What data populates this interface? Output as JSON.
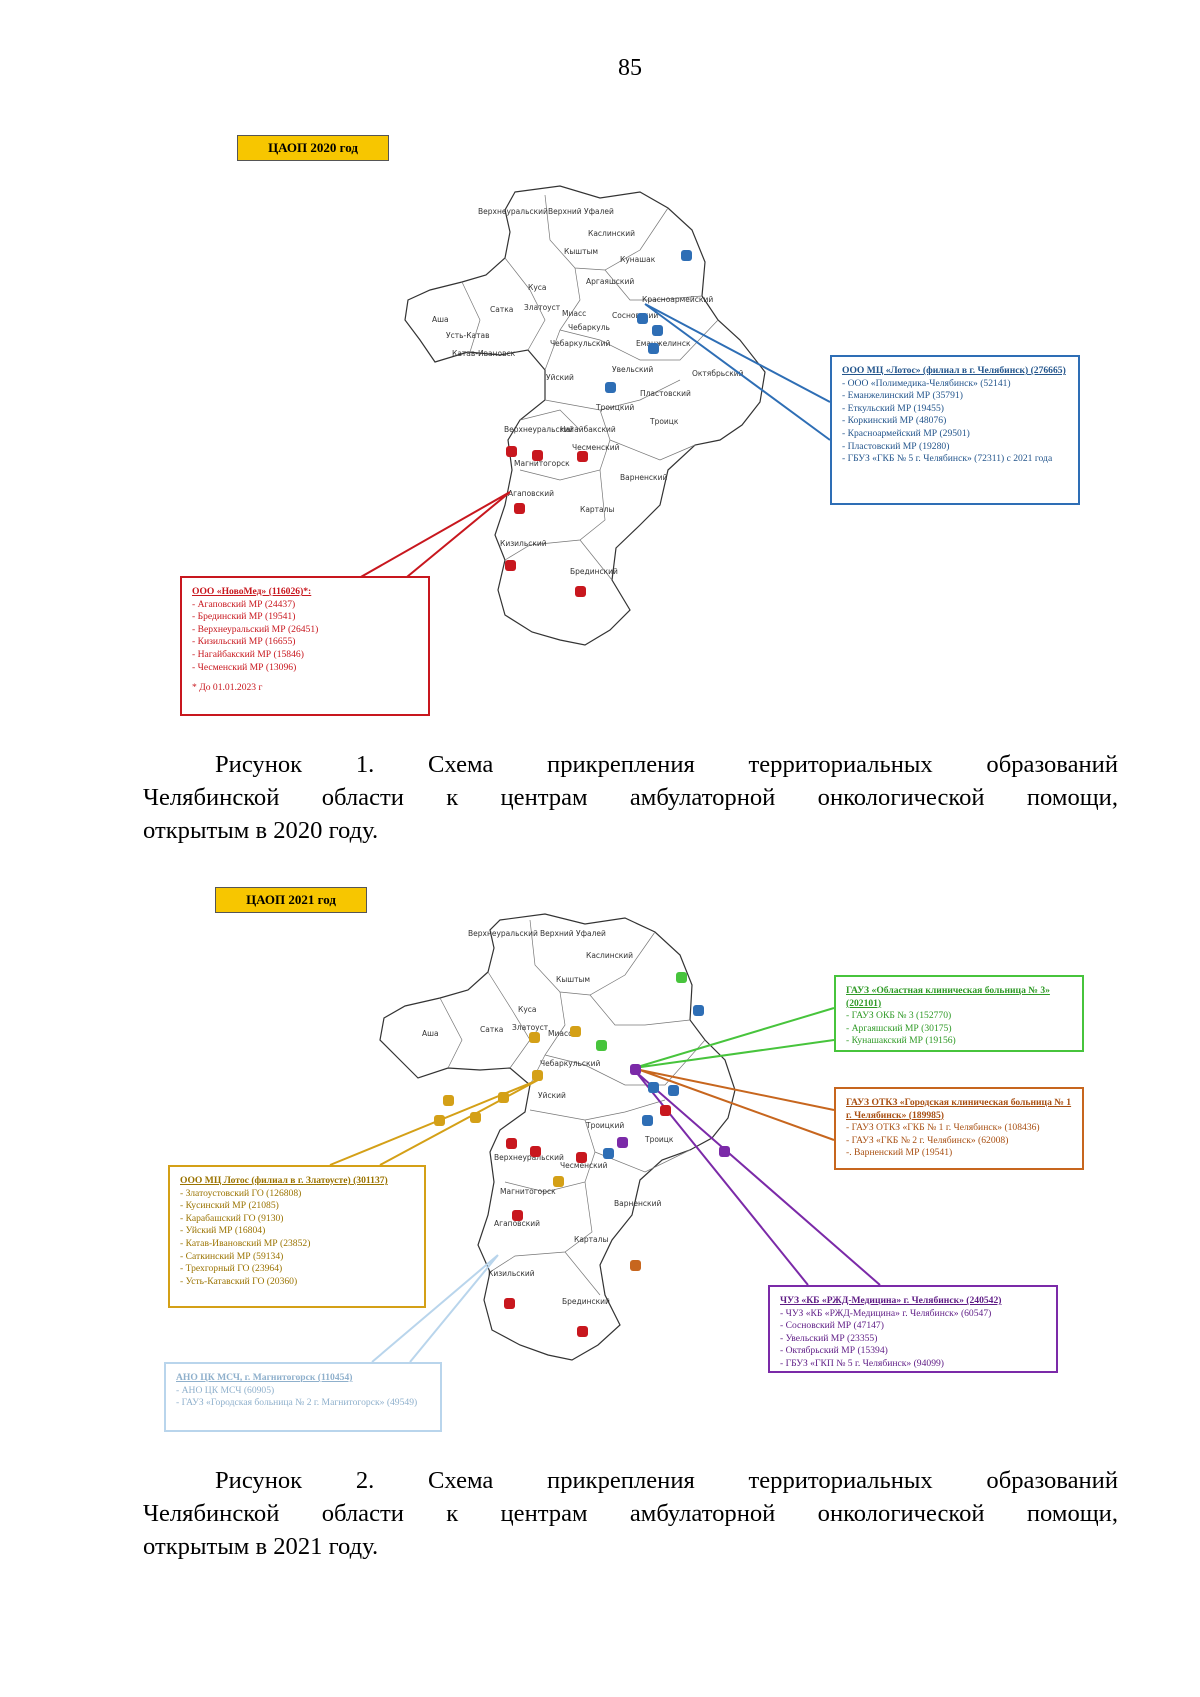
{
  "page_number": "85",
  "figure1": {
    "tag": "ЦАОП 2020 год",
    "district_labels": [
      "Верхнеуральский",
      "Верхний Уфалей",
      "Каслинский",
      "Кыштым",
      "Аргаяшский",
      "Кунашак",
      "Красноармейский",
      "Куса",
      "Сатка",
      "Златоуст",
      "Миасс",
      "Сосновский",
      "Чебаркуль",
      "Чебаркульский",
      "Еманжелинск",
      "Ашa",
      "Усть-Катав",
      "Катав-Ивановск",
      "Уйский",
      "Увельский",
      "Октябрьский",
      "Троицкий",
      "Троицк",
      "Пластовский",
      "Верхнеуральский",
      "Агаповский",
      "Магнитогорск",
      "Чесменский",
      "Варненский",
      "Карталы",
      "Кизильский",
      "Брединский",
      "Нагайбакский"
    ],
    "blue_box": {
      "title": "ООО МЦ «Лотос» (филиал в г. Челябинск) (276665)",
      "items": [
        "- ООО «Полимедика-Челябинск» (52141)",
        "- Еманжелинский МР (35791)",
        "- Еткульский МР (19455)",
        "- Коркинский МР (48076)",
        "- Красноармейский МР (29501)",
        "- Пластовский МР (19280)",
        "- ГБУЗ «ГКБ № 5 г. Челябинск» (72311) с 2021 года"
      ]
    },
    "red_box": {
      "title": "ООО «НовоМед» (116026)*:",
      "items": [
        "- Агаповский МР (24437)",
        "- Брединский МР (19541)",
        "- Верхнеуральский МР (26451)",
        "- Кизильский МР (16655)",
        "- Нагайбакский МР (15846)",
        "- Чесменский МР (13096)"
      ],
      "note": "* До 01.01.2023 г"
    },
    "caption": {
      "line1": "Рисунок 1. Схема прикрепления территориальных образований",
      "line2": "Челябинской области к центрам амбулаторной онкологической помощи,",
      "line3": "открытым в 2020 году."
    }
  },
  "figure2": {
    "tag": "ЦАОП 2021 год",
    "district_labels": [
      "Верхнеуральский",
      "Верхний Уфалей",
      "Каслинский",
      "Кыштым",
      "Куса",
      "Ашa",
      "Сатка",
      "Златоуст",
      "Миасс",
      "Чебаркульский",
      "Уйский",
      "Троицкий",
      "Троицк",
      "Магнитогорск",
      "Верхнеуральский",
      "Агаповский",
      "Варненский",
      "Карталы",
      "Кизильский",
      "Брединский",
      "Чесменский"
    ],
    "green_box": {
      "title": "ГАУЗ «Областная клиническая больница № 3» (202101)",
      "items": [
        "- ГАУЗ ОКБ № 3 (152770)",
        "- Аргаяшский МР (30175)",
        "- Кунашакский МР (19156)"
      ]
    },
    "orange_box": {
      "title": "ГАУЗ ОТКЗ «Городская клиническая больница № 1 г. Челябинск» (189985)",
      "items": [
        "- ГАУЗ ОТКЗ «ГКБ № 1 г. Челябинск» (108436)",
        "- ГАУЗ «ГКБ № 2 г. Челябинск» (62008)",
        "-. Варненский МР (19541)"
      ]
    },
    "purple_box": {
      "title": "ЧУЗ «КБ «РЖД-Медицина» г. Челябинск» (240542)",
      "items": [
        "- ЧУЗ «КБ «РЖД-Медицина» г. Челябинск» (60547)",
        "- Сосновский МР (47147)",
        "- Увельский МР (23355)",
        "- Октябрьский МР (15394)",
        "- ГБУЗ «ГКП № 5 г. Челябинск» (94099)"
      ]
    },
    "gold_box": {
      "title": "ООО МЦ Лотос (филиал в г. Златоусте) (301137)",
      "items": [
        "- Златоустовский ГО (126808)",
        "- Кусинский МР (21085)",
        "- Карабашский ГО (9130)",
        "- Уйский МР (16804)",
        "- Катав-Ивановский МР (23852)",
        "- Саткинский МР (59134)",
        "- Трехгорный ГО (23964)",
        "- Усть-Катавский ГО (20360)"
      ]
    },
    "lblue_box": {
      "title": "АНО ЦК МСЧ, г. Магнитогорск (110454)",
      "items": [
        "- АНО ЦК МСЧ (60905)",
        "- ГАУЗ «Городская больница № 2 г. Магнитогорск» (49549)"
      ]
    },
    "caption": {
      "line1": "Рисунок 2. Схема прикрепления территориальных образований",
      "line2": "Челябинской области к центрам амбулаторной онкологической помощи,",
      "line3": "открытым в 2021 году."
    }
  },
  "colors": {
    "blue": "#2e6eb5",
    "red": "#c8171e",
    "green": "#47c43c",
    "orange": "#c7661e",
    "purple": "#7b2aa8",
    "gold": "#d4a017",
    "light_blue": "#b9d5ec",
    "tag_yellow": "#f7c600"
  }
}
